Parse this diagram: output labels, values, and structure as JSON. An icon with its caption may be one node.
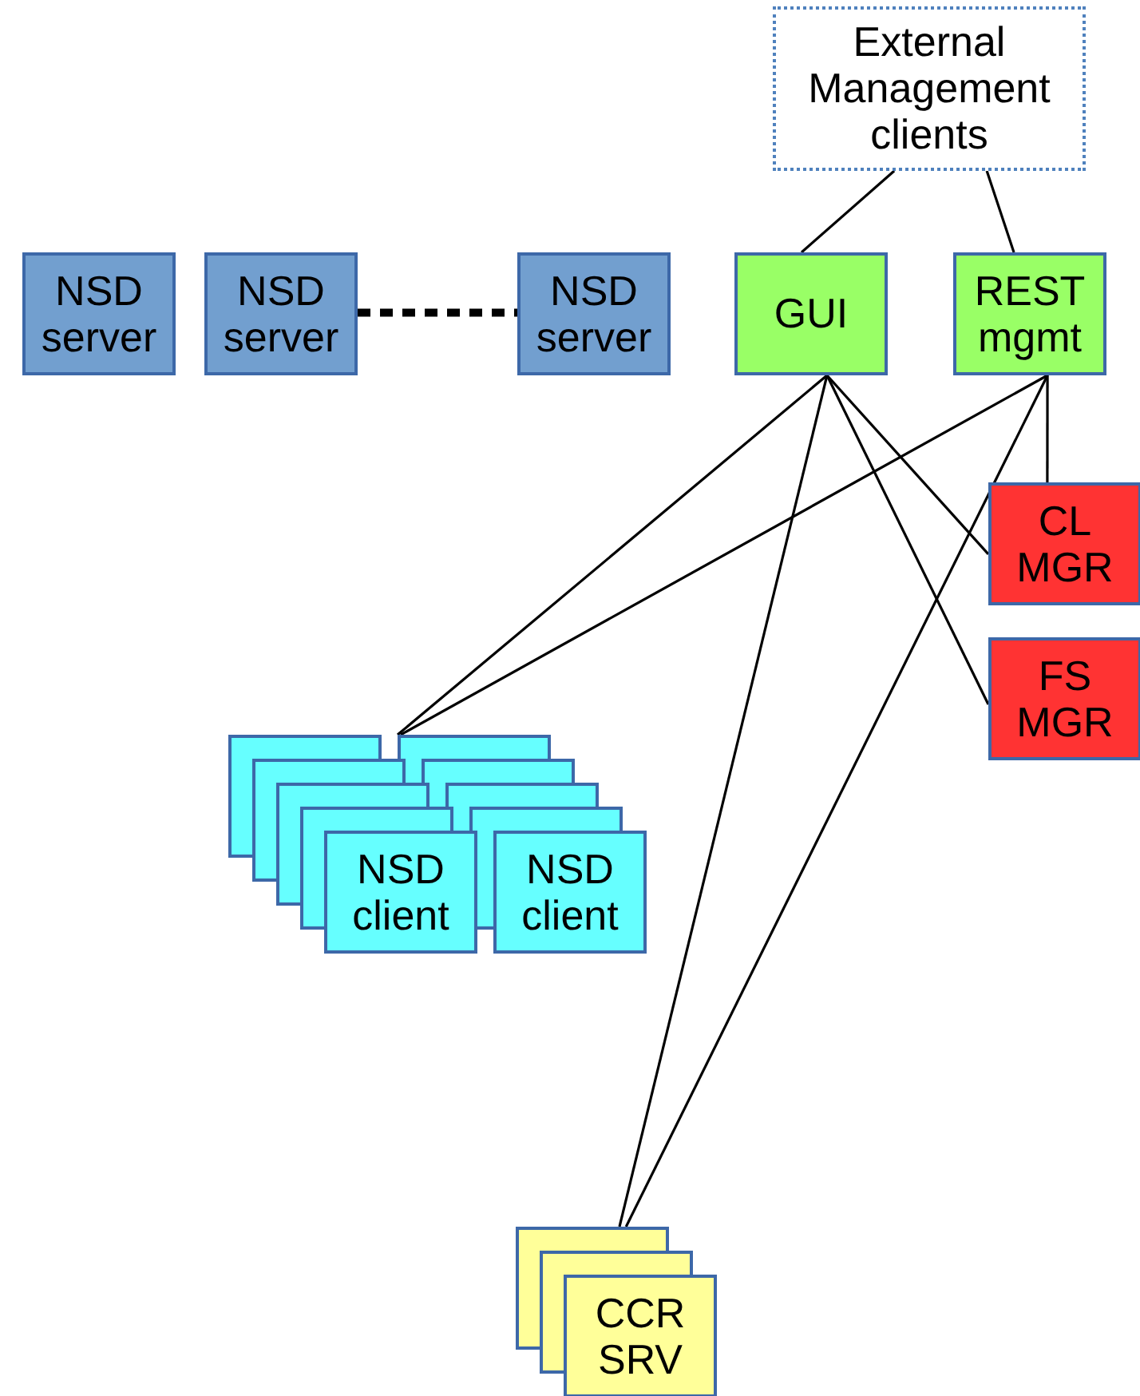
{
  "diagram": {
    "nodes": [
      {
        "text": [
          "External Management clients"
        ]
      },
      {
        "text": [
          "NSD server"
        ]
      },
      {
        "text": [
          "NSD server"
        ]
      },
      {
        "text": [
          "NSD server"
        ]
      },
      {
        "text": [
          "GUI"
        ]
      },
      {
        "text": [
          "REST mgmt"
        ]
      },
      {
        "text": [
          "CL MGR"
        ]
      },
      {
        "text": [
          "FS MGR"
        ]
      },
      {
        "text": [],
        "shape": "box"
      },
      {
        "text": [],
        "shape": "box"
      },
      {
        "text": [],
        "shape": "box"
      },
      {
        "text": [],
        "shape": "box"
      },
      {
        "text": [],
        "shape": "box"
      },
      {
        "text": [],
        "shape": "box"
      },
      {
        "text": [],
        "shape": "box"
      },
      {
        "text": [],
        "shape": "box"
      },
      {
        "text": [
          "NSD client"
        ]
      },
      {
        "text": [
          "NSD client"
        ]
      },
      {
        "text": [],
        "shape": "box"
      },
      {
        "text": [],
        "shape": "box"
      },
      {
        "text": [
          "CCR SRV"
        ]
      }
    ],
    "edges": [
      {
        "from": 0,
        "to": 4,
        "arrow": "none"
      },
      {
        "from": 0,
        "to": 5,
        "arrow": "none"
      },
      {
        "from": 2,
        "to": 3,
        "arrow": "none",
        "style": "dashed"
      },
      {
        "from": 4,
        "to": 9,
        "arrow": "none"
      },
      {
        "from": 4,
        "to": 18,
        "arrow": "none"
      },
      {
        "from": 4,
        "to": 6,
        "arrow": "none"
      },
      {
        "from": 4,
        "to": 7,
        "arrow": "none"
      },
      {
        "from": 5,
        "to": 9,
        "arrow": "none"
      },
      {
        "from": 5,
        "to": 18,
        "arrow": "none"
      },
      {
        "from": 5,
        "to": 6,
        "arrow": "none"
      }
    ]
  }
}
